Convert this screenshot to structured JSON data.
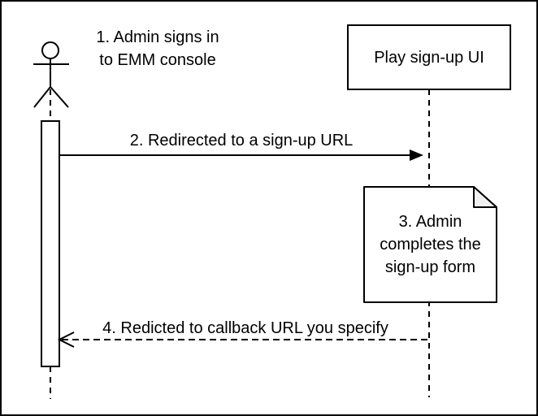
{
  "diagram_type": "uml-sequence",
  "colors": {
    "line": "#000000",
    "background": "#ffffff",
    "note_fold_fill": "#f0f0f0"
  },
  "actor": {
    "label": "1. Admin signs in\nto EMM console"
  },
  "participant": {
    "label": "Play sign-up UI"
  },
  "messages": [
    {
      "label": "2. Redirected to a sign-up URL",
      "style": "solid",
      "direction": "right"
    },
    {
      "label": "4. Redicted to callback URL you specify",
      "style": "dashed",
      "direction": "left"
    }
  ],
  "note": {
    "label": "3. Admin\ncompletes the\nsign-up form"
  }
}
